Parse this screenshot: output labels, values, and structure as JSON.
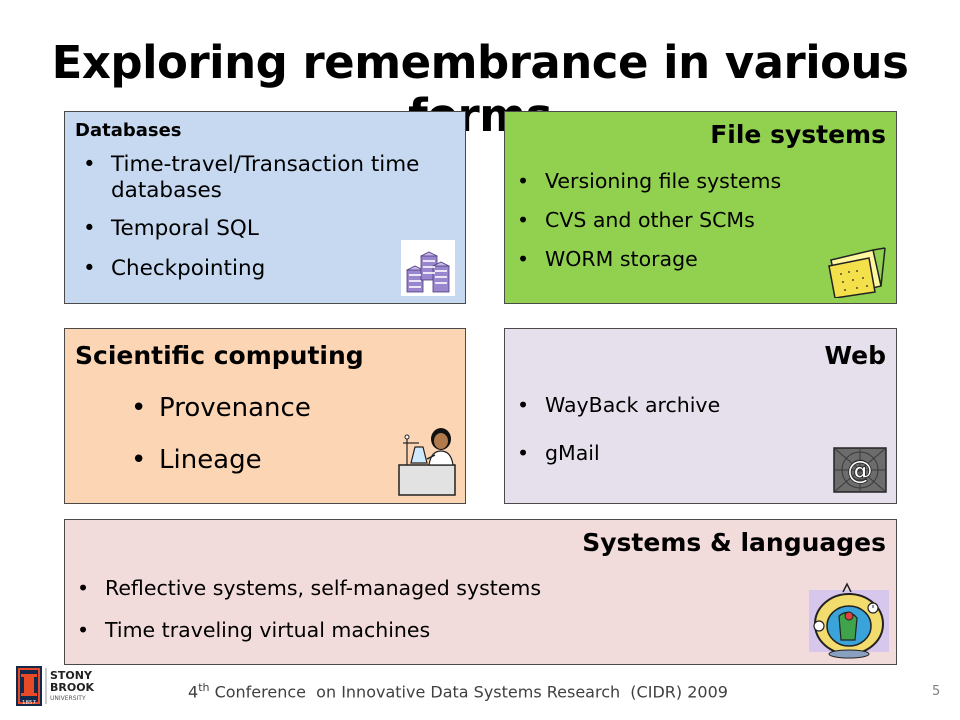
{
  "slide": {
    "title": "Exploring remembrance in various forms",
    "page_number": "5"
  },
  "footer": {
    "ordinal_number": "4",
    "ordinal_suffix": "th",
    "text": " Conference  on Innovative Data Systems Research  (CIDR) 2009"
  },
  "logo": {
    "line1": "STONY",
    "line2": "BROOK",
    "line3": "UNIVERSITY",
    "year": "1857"
  },
  "boxes": {
    "databases": {
      "heading": "Databases",
      "items": [
        "Time-travel/Transaction time databases",
        "Temporal SQL",
        "Checkpointing"
      ],
      "clipart_icon": "database-servers-icon",
      "color": "#c6d9f1"
    },
    "file_systems": {
      "heading": "File systems",
      "items": [
        "Versioning file systems",
        "CVS and other SCMs",
        "WORM storage"
      ],
      "clipart_icon": "folder-icon",
      "color": "#92d050"
    },
    "scientific": {
      "heading": "Scientific computing",
      "items": [
        "Provenance",
        "Lineage"
      ],
      "clipart_icon": "scientist-icon",
      "color": "#fcd5b5"
    },
    "web": {
      "heading": "Web",
      "items": [
        "WayBack archive",
        "gMail"
      ],
      "clipart_icon": "at-sign-icon",
      "color": "#e6e0ec"
    },
    "systems": {
      "heading": "Systems & languages",
      "items": [
        "Reflective systems, self-managed systems",
        "Time traveling virtual machines"
      ],
      "clipart_icon": "time-machine-icon",
      "color": "#f2dcdb"
    }
  }
}
